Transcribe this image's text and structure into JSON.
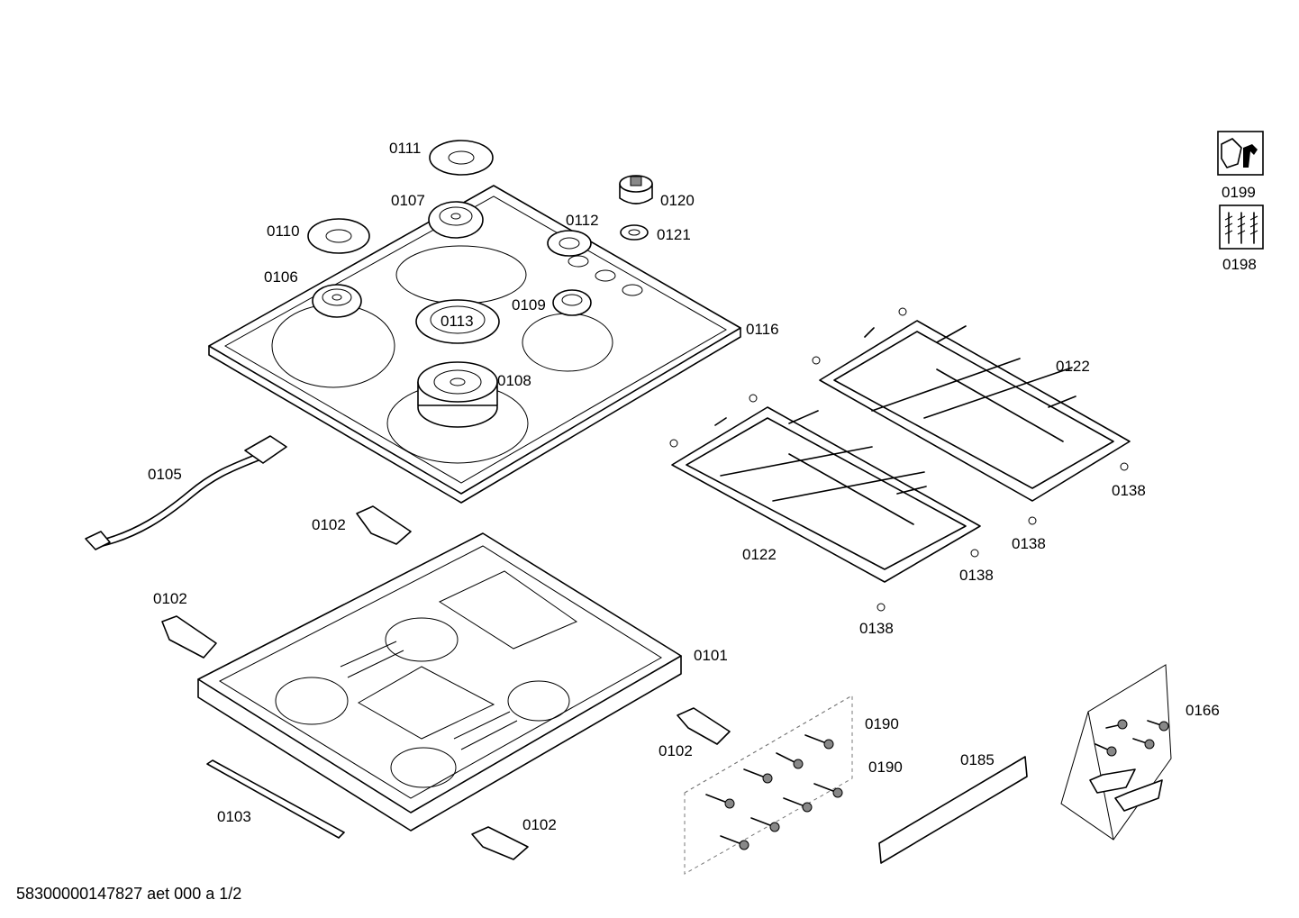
{
  "labels": {
    "p0111": "0111",
    "p0107": "0107",
    "p0120": "0120",
    "p0112": "0112",
    "p0121": "0121",
    "p0110": "0110",
    "p0106": "0106",
    "p0109": "0109",
    "p0113": "0113",
    "p0116": "0116",
    "p0108": "0108",
    "p0105": "0105",
    "p0102_a": "0102",
    "p0102_b": "0102",
    "p0102_c": "0102",
    "p0102_d": "0102",
    "p0101": "0101",
    "p0103": "0103",
    "p0122_a": "0122",
    "p0122_b": "0122",
    "p0138_a": "0138",
    "p0138_b": "0138",
    "p0138_c": "0138",
    "p0138_d": "0138",
    "p0190_a": "0190",
    "p0190_b": "0190",
    "p0185": "0185",
    "p0166": "0166",
    "p0199": "0199",
    "p0198": "0198"
  },
  "document_id": "58300000147827 aet 000 a 1/2",
  "icons": {
    "service": "wrench-nut-icon",
    "screws": "screws-icon"
  }
}
